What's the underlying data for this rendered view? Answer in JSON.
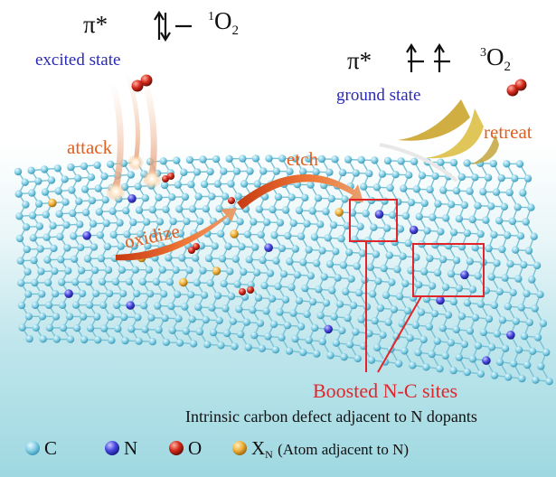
{
  "top_left": {
    "pi_star": "π*",
    "superscript": "1",
    "molecule": "O",
    "subscript": "2",
    "state": "excited state"
  },
  "top_right": {
    "pi_star": "π*",
    "superscript": "3",
    "molecule": "O",
    "subscript": "2",
    "state": "ground state"
  },
  "labels": {
    "attack": "attack",
    "etch": "etch",
    "oxidize": "oxidize",
    "retreat": "retreat"
  },
  "boosted": "Boosted N-C sites",
  "caption": "Intrinsic carbon defect adjacent to N dopants",
  "legend": [
    {
      "symbol": "C",
      "color": "#7fd0e6"
    },
    {
      "symbol": "N",
      "color": "#4a4ae0"
    },
    {
      "symbol": "O",
      "color": "#d42a1c"
    },
    {
      "symbol": "X",
      "subscript": "N",
      "note": "(Atom adjacent to N)",
      "color": "#f0b23c"
    }
  ],
  "colors": {
    "carbon": "#7fd0e6",
    "nitrogen": "#4a4ae0",
    "oxygen": "#d42a1c",
    "adjacent": "#f0b23c",
    "accent_orange": "#e25f1f",
    "accent_red": "#e0262b"
  }
}
